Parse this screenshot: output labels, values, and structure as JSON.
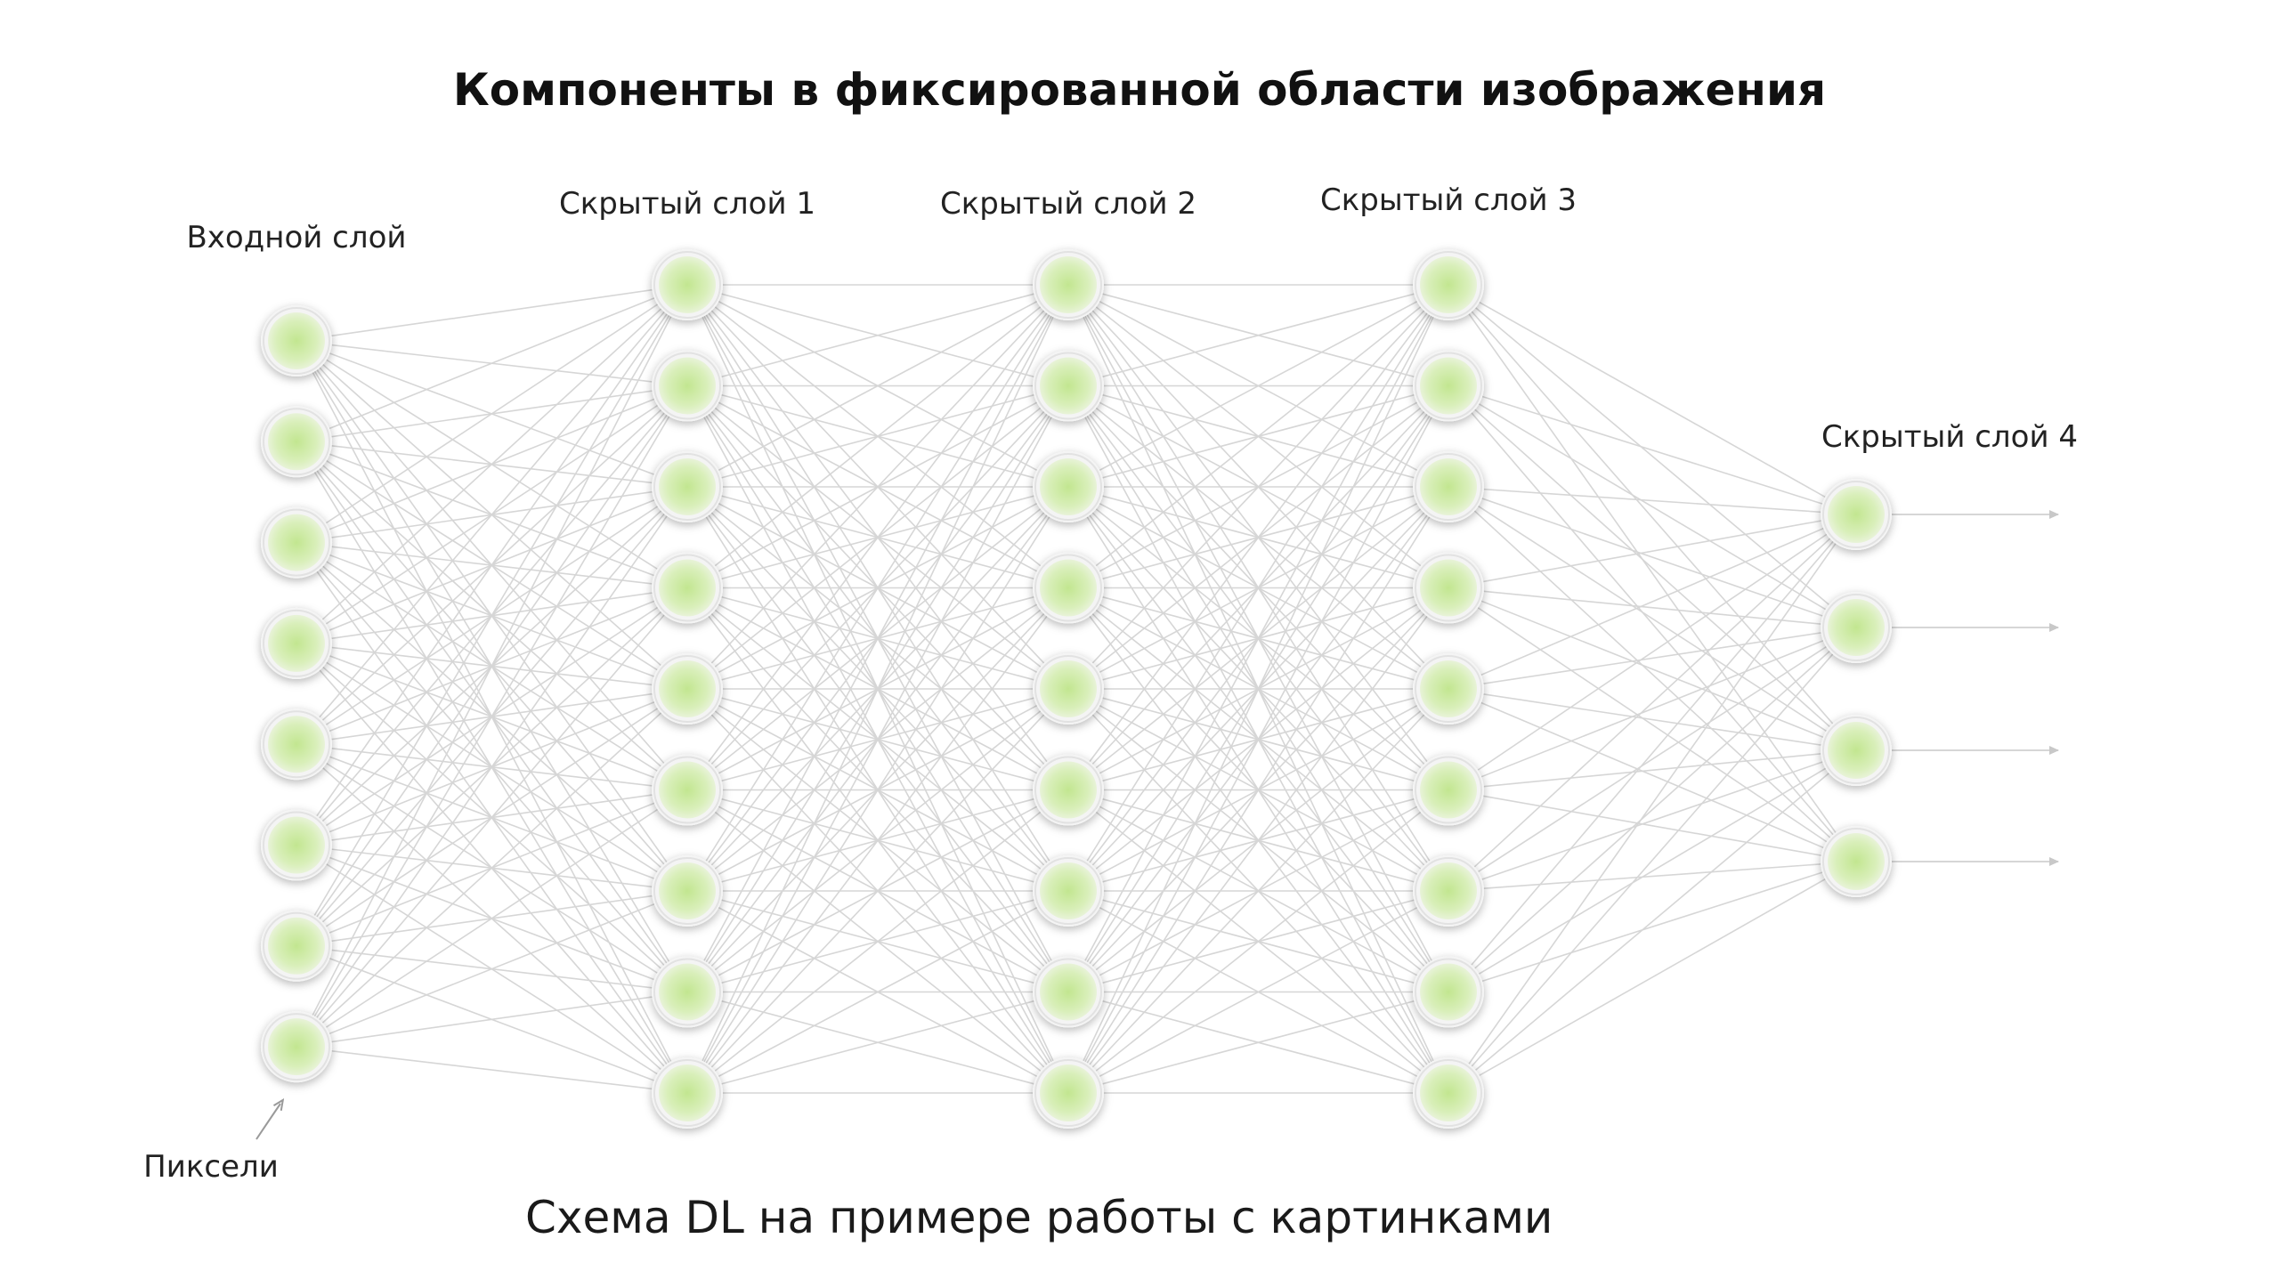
{
  "title": "Компоненты в фиксированной области изображения",
  "caption": "Схема DL на примере работы с картинками",
  "pixels_label": "Пиксели",
  "colors": {
    "node_fill": "#d8efb4",
    "node_center": "#c6e89a",
    "node_ring": "#f4f4f4",
    "edge": "#d6d6d6"
  },
  "layers": [
    {
      "label": "Входной слой",
      "nodes": 8
    },
    {
      "label": "Скрытый слой 1",
      "nodes": 9
    },
    {
      "label": "Скрытый слой 2",
      "nodes": 9
    },
    {
      "label": "Скрытый слой 3",
      "nodes": 9
    },
    {
      "label": "Скрытый слой 4",
      "nodes": 4
    }
  ],
  "output_arrows": 4
}
